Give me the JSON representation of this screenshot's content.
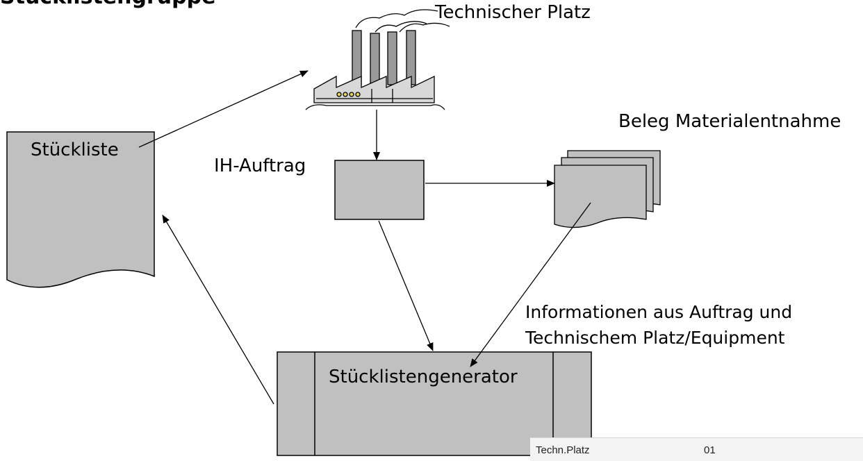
{
  "labels": {
    "title_fragment": "Stücklistengruppe",
    "technical_place": "Technischer Platz",
    "material_doc": "Beleg Materialentnahme",
    "bom": "Stückliste",
    "maintenance_order": "IH-Auftrag",
    "bom_generator": "Stücklistengenerator",
    "info_line1": "Informationen aus Auftrag und",
    "info_line2": "Technischem Platz/Equipment"
  },
  "panel": {
    "field_label": "Techn.Platz",
    "field_value": "01"
  },
  "colors": {
    "shape_fill": "#c0c0c0",
    "stroke": "#000000",
    "panel_bg": "#f3f3f3"
  }
}
